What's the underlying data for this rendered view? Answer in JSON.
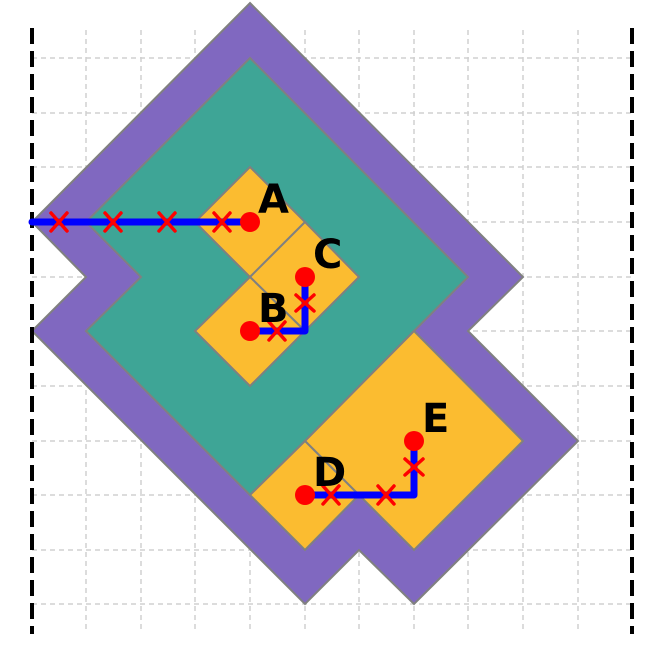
{
  "colors": {
    "background": "#ffffff",
    "grid": "#d0d0d0",
    "boundary": "#000000",
    "outer_region": "#8068c0",
    "inner_region": "#3ea596",
    "highlight_region": "#fbbc30",
    "region_edge": "#808080",
    "path": "#0000ff",
    "cross_marker": "#ff0000",
    "endpoint": "#ff0000"
  },
  "labels": {
    "a": "A",
    "b": "B",
    "c": "C",
    "d": "D",
    "e": "E"
  }
}
